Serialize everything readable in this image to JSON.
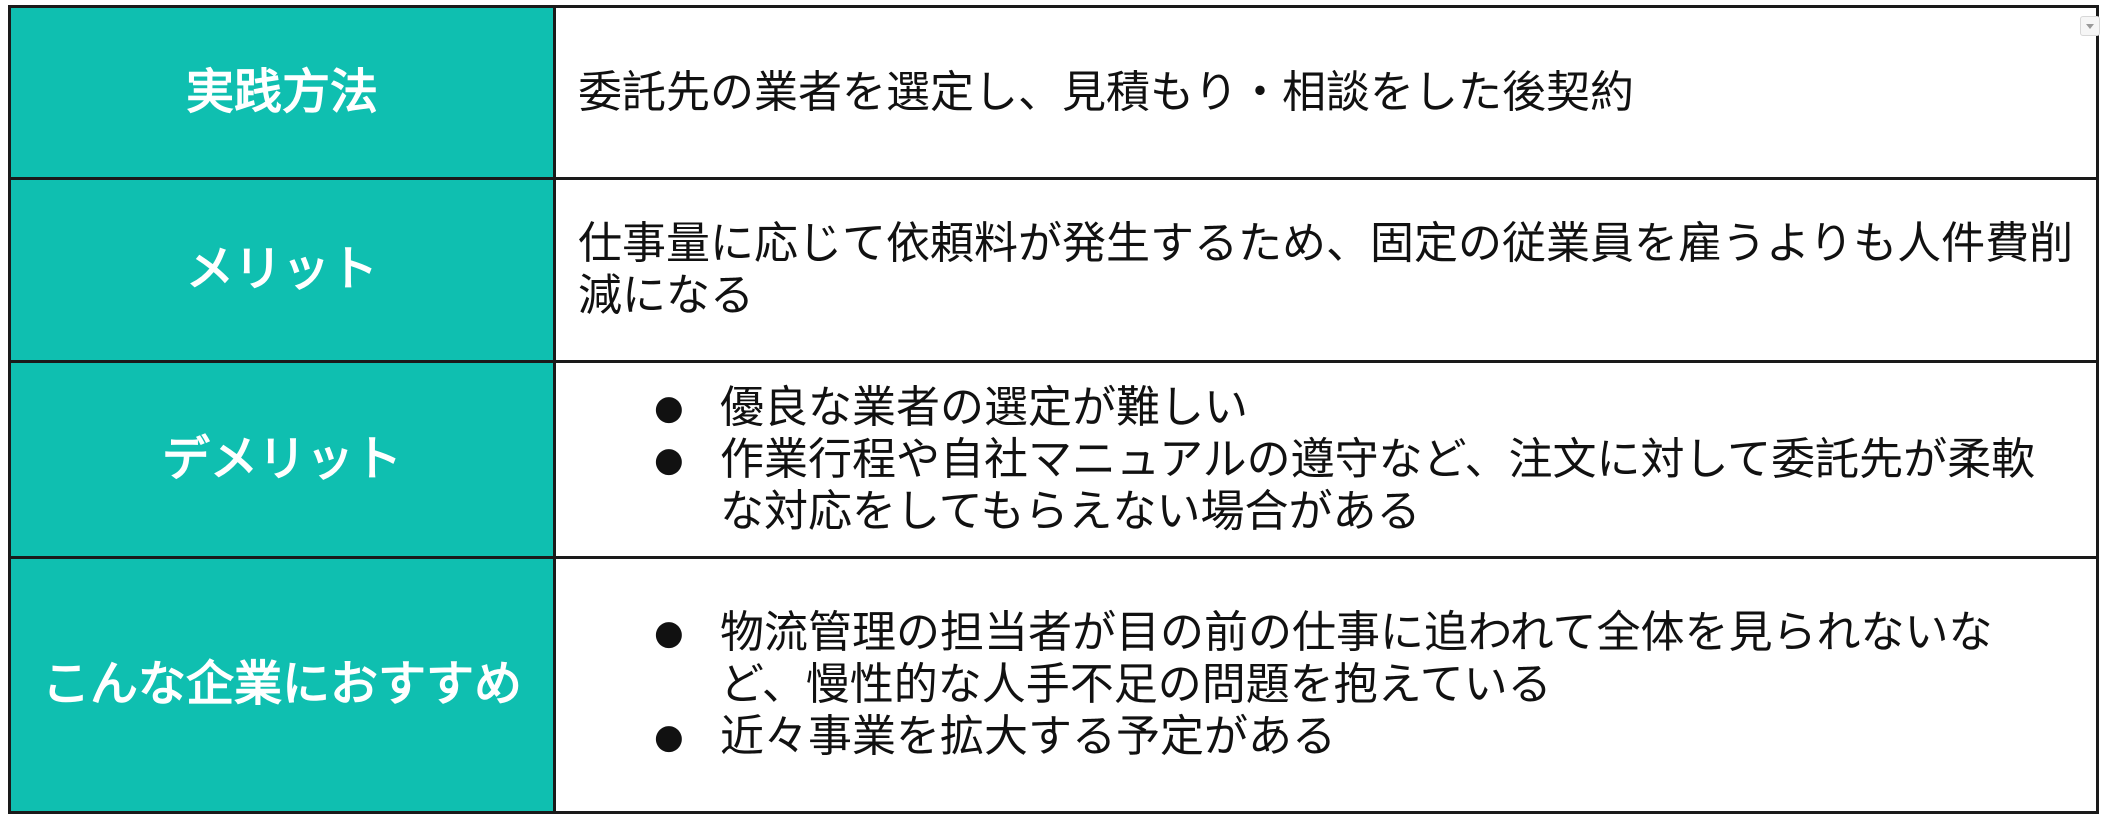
{
  "colors": {
    "header_bg": "#0fbfb0",
    "header_text": "#ffffff",
    "border": "#1a1a1a"
  },
  "table": {
    "rows": [
      {
        "header": "実践方法",
        "text": "委託先の業者を選定し、見積もり・相談をした後契約"
      },
      {
        "header": "メリット",
        "text": "仕事量に応じて依頼料が発生するため、固定の従業員を雇うよりも人件費削減になる"
      },
      {
        "header": "デメリット",
        "bullets": [
          "優良な業者の選定が難しい",
          "作業行程や自社マニュアルの遵守など、注文に対して委託先が柔軟な対応をしてもらえない場合がある"
        ]
      },
      {
        "header": "こんな企業におすすめ",
        "bullets": [
          "物流管理の担当者が目の前の仕事に追われて全体を見られないなど、慢性的な人手不足の問題を抱えている",
          "近々事業を拡大する予定がある"
        ]
      }
    ],
    "bullet_symbol": "●",
    "dropdown_icon": "chevron-down-icon"
  }
}
